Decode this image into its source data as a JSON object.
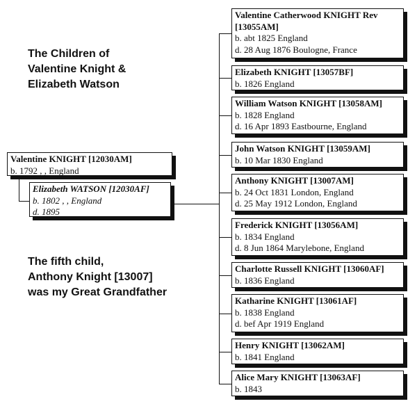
{
  "title_note": [
    "The Children of",
    "Valentine Knight  &",
    "Elizabeth Watson"
  ],
  "bottom_note": [
    "The fifth child,",
    "Anthony Knight [13007]",
    "was my Great Grandfather"
  ],
  "father": {
    "name": "Valentine KNIGHT [12030AM]",
    "lines": [
      "b. 1792 , , England"
    ]
  },
  "mother": {
    "name": "Elizabeth WATSON [12030AF]",
    "lines": [
      "b. 1802 , , England",
      "d. 1895"
    ]
  },
  "children": [
    {
      "name": "Valentine Catherwood KNIGHT Rev [13055AM]",
      "lines": [
        "b. abt 1825 England",
        "d. 28 Aug 1876 Boulogne, France"
      ]
    },
    {
      "name": "Elizabeth KNIGHT [13057BF]",
      "lines": [
        "b. 1826 England"
      ]
    },
    {
      "name": "William Watson KNIGHT [13058AM]",
      "lines": [
        "b. 1828 England",
        "d. 16 Apr 1893 Eastbourne, England"
      ]
    },
    {
      "name": "John Watson KNIGHT [13059AM]",
      "lines": [
        "b. 10 Mar 1830 England"
      ]
    },
    {
      "name": "Anthony KNIGHT [13007AM]",
      "lines": [
        "b. 24 Oct 1831 London, England",
        "d. 25 May 1912 London, England"
      ]
    },
    {
      "name": "Frederick KNIGHT [13056AM]",
      "lines": [
        "b. 1834 England",
        "d. 8 Jun 1864 Marylebone, England"
      ]
    },
    {
      "name": "Charlotte Russell KNIGHT [13060AF]",
      "lines": [
        "b. 1836 England"
      ]
    },
    {
      "name": "Katharine KNIGHT [13061AF]",
      "lines": [
        "b. 1838 England",
        "d. bef Apr 1919 England"
      ]
    },
    {
      "name": "Henry KNIGHT [13062AM]",
      "lines": [
        "b. 1841 England"
      ]
    },
    {
      "name": "Alice Mary KNIGHT [13063AF]",
      "lines": [
        "b. 1843"
      ]
    }
  ]
}
